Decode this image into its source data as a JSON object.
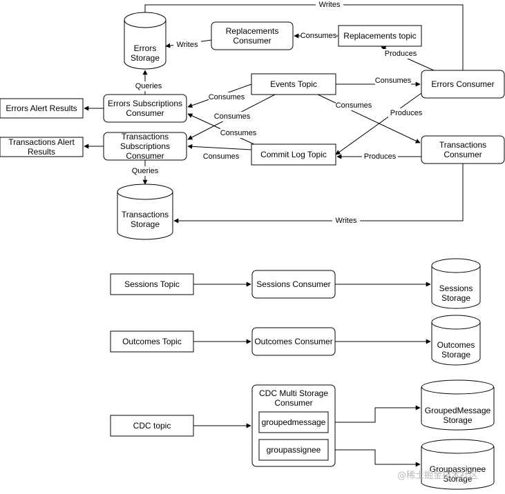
{
  "nodes": {
    "errors_storage": [
      "Errors",
      "Storage"
    ],
    "replacements_consumer": [
      "Replacements",
      "Consumer"
    ],
    "replacements_topic": [
      "Replacements topic"
    ],
    "events_topic": [
      "Events Topic"
    ],
    "errors_consumer": [
      "Errors Consumer"
    ],
    "errors_alert_results": [
      "Errors Alert Results"
    ],
    "errors_subscriptions_consumer": [
      "Errors Subscriptions",
      "Consumer"
    ],
    "transactions_alert_results": [
      "Transactions Alert",
      "Results"
    ],
    "transactions_subscriptions_consumer": [
      "Transactions",
      "Subscriptions",
      "Consumer"
    ],
    "commit_log_topic": [
      "Commit Log Topic"
    ],
    "transactions_consumer": [
      "Transactions",
      "Consumer"
    ],
    "transactions_storage": [
      "Transactions",
      "Storage"
    ],
    "sessions_topic": [
      "Sessions Topic"
    ],
    "sessions_consumer": [
      "Sessions Consumer"
    ],
    "sessions_storage": [
      "Sessions",
      "Storage"
    ],
    "outcomes_topic": [
      "Outcomes Topic"
    ],
    "outcomes_consumer": [
      "Outcomes Consumer"
    ],
    "outcomes_storage": [
      "Outcomes",
      "Storage"
    ],
    "cdc_topic": [
      "CDC topic"
    ],
    "cdc_multi_storage_consumer": [
      "CDC Multi Storage",
      "Consumer"
    ],
    "groupedmessage": [
      "groupedmessage"
    ],
    "groupassignee": [
      "groupassignee"
    ],
    "groupedmessage_storage": [
      "GroupedMessage",
      "Storage"
    ],
    "groupassignee_storage": [
      "Groupassignee",
      "Storage"
    ]
  },
  "edge_labels": {
    "writes": "Writes",
    "consumes": "Consumes",
    "produces": "Produces",
    "queries": "Queries"
  },
  "watermark": "@稀土掘金技术社区"
}
